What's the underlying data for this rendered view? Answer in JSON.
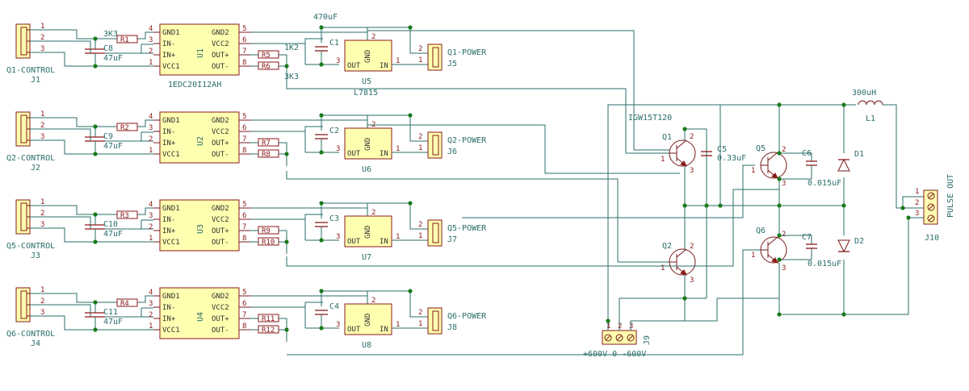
{
  "channels": [
    {
      "ctrl": "Q1-CONTROL",
      "j": "J1",
      "r_in": "R1",
      "r_in_value": "3K3",
      "cap": "C8",
      "cap_value": "47uF",
      "u": "U1",
      "r_a": "R5",
      "r_b": "R6",
      "r_a_value": "1K2",
      "r_b_value": "3K3",
      "cin": "C1",
      "cin_value": "470uF",
      "reg": "U5",
      "reg_part": "L7815",
      "pwr": "Q1-POWER",
      "jp": "J5",
      "driver_part": "1EDC20I12AH"
    },
    {
      "ctrl": "Q2-CONTROL",
      "j": "J2",
      "r_in": "R2",
      "r_in_value": "",
      "cap": "C9",
      "cap_value": "47uF",
      "u": "U2",
      "r_a": "R7",
      "r_b": "R8",
      "r_a_value": "",
      "r_b_value": "",
      "cin": "C2",
      "cin_value": "",
      "reg": "U6",
      "reg_part": "",
      "pwr": "Q2-POWER",
      "jp": "J6",
      "driver_part": ""
    },
    {
      "ctrl": "Q5-CONTROL",
      "j": "J3",
      "r_in": "R3",
      "r_in_value": "",
      "cap": "C10",
      "cap_value": "47uF",
      "u": "U3",
      "r_a": "R9",
      "r_b": "R10",
      "r_a_value": "",
      "r_b_value": "",
      "cin": "C3",
      "cin_value": "",
      "reg": "U7",
      "reg_part": "",
      "pwr": "Q5-POWER",
      "jp": "J7",
      "driver_part": ""
    },
    {
      "ctrl": "Q6-CONTROL",
      "j": "J4",
      "r_in": "R4",
      "r_in_value": "",
      "cap": "C11",
      "cap_value": "47uF",
      "u": "U4",
      "r_a": "R11",
      "r_b": "R12",
      "r_a_value": "",
      "r_b_value": "",
      "cin": "C4",
      "cin_value": "",
      "reg": "U8",
      "reg_part": "",
      "pwr": "Q6-POWER",
      "jp": "J8",
      "driver_part": ""
    }
  ],
  "ic_pins": {
    "left": [
      {
        "name": "GND1",
        "num": "4"
      },
      {
        "name": "IN-",
        "num": "3"
      },
      {
        "name": "IN+",
        "num": "2"
      },
      {
        "name": "VCC1",
        "num": "1"
      }
    ],
    "right": [
      {
        "name": "GND2",
        "num": "5"
      },
      {
        "name": "VCC2",
        "num": "6"
      },
      {
        "name": "OUT+",
        "num": "7"
      },
      {
        "name": "OUT-",
        "num": "8"
      }
    ]
  },
  "reg_pins": {
    "gnd": "GND",
    "gnd_num": "2",
    "out": "OUT",
    "out_num": "3",
    "in": "IN",
    "in_num": "1"
  },
  "conn_pins": [
    "1",
    "2",
    "3"
  ],
  "power_pins": [
    "2",
    "1"
  ],
  "transistors": [
    {
      "ref": "Q1",
      "part": "IGW15T120"
    },
    {
      "ref": "Q2",
      "part": ""
    },
    {
      "ref": "Q5",
      "part": ""
    },
    {
      "ref": "Q6",
      "part": ""
    }
  ],
  "tr_pins": {
    "c": "2",
    "b": "1",
    "e": "3"
  },
  "caps_right": [
    {
      "ref": "C5",
      "value": "0.33uF"
    },
    {
      "ref": "C6",
      "value": "0.015uF"
    },
    {
      "ref": "C7",
      "value": "0.015uF"
    }
  ],
  "diodes": [
    "D1",
    "D2"
  ],
  "inductor": {
    "ref": "L1",
    "value": "300uH"
  },
  "j9": {
    "ref": "J9",
    "label": "+600V 0 -600V",
    "pins": [
      "1",
      "2",
      "3"
    ]
  },
  "j10": {
    "ref": "J10",
    "label": "PULSE OUT",
    "pins": [
      "1",
      "2",
      "3"
    ]
  }
}
